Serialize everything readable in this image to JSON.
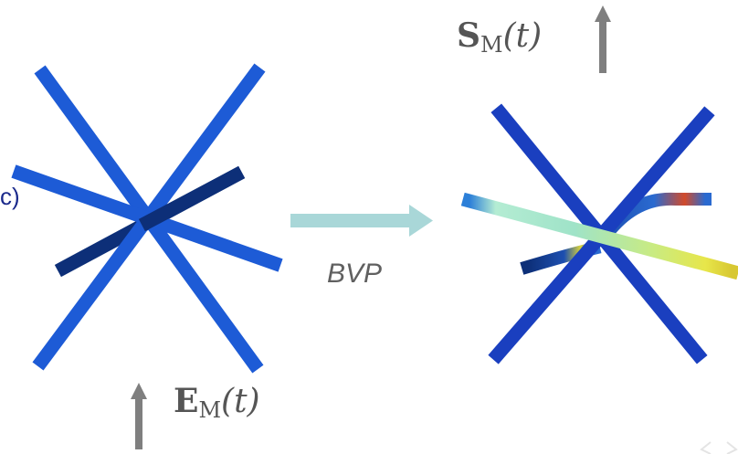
{
  "panel_label": "c)",
  "process_label": "BVP",
  "output": {
    "symbol": "S",
    "subscript": "M",
    "argument": "(t)"
  },
  "input": {
    "symbol": "E",
    "subscript": "M",
    "argument": "(t)"
  },
  "colors": {
    "strut_blue": "#1d5bd6",
    "strut_dark_blue": "#0d2f78",
    "field_light": "#a9e8cf",
    "field_yellow": "#e7e64a",
    "field_red": "#d24a2a",
    "process_arrow": "#a9d7d8",
    "load_arrow": "#7f7f7f",
    "panel_label": "#1b2a8c"
  },
  "icons": {
    "process_arrow": "right-arrow-icon",
    "input_arrow": "up-arrow-icon",
    "output_arrow": "up-arrow-icon",
    "corner_mark": "resize-handle-icon"
  }
}
